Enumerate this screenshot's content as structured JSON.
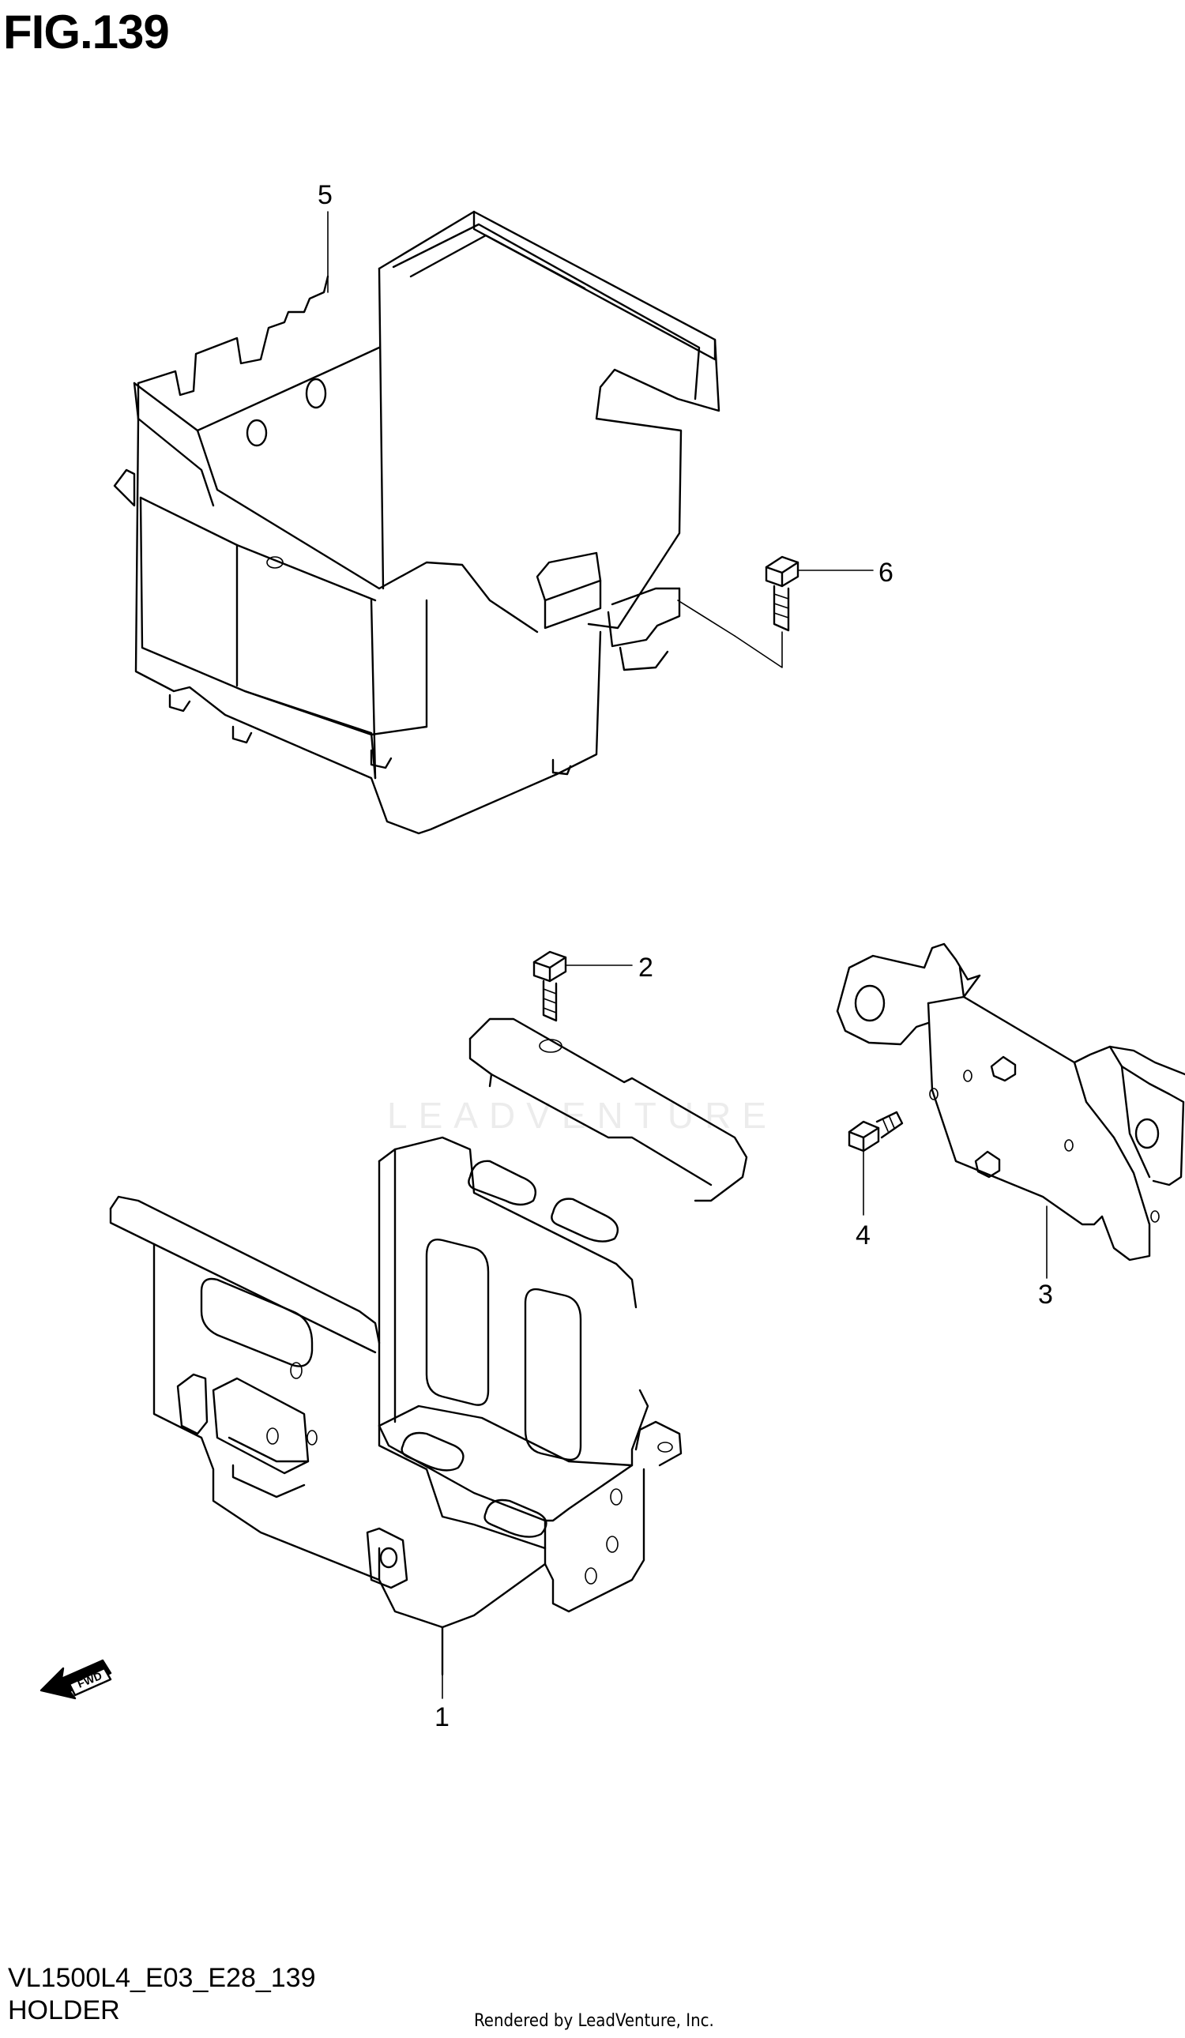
{
  "figure": {
    "title": "FIG.139",
    "model_code": "VL1500L4_E03_E28_139",
    "name": "HOLDER",
    "watermark": "LEADVENTURE",
    "rendered_by": "Rendered by LeadVenture, Inc.",
    "fwd_label": "FWD"
  },
  "callouts": [
    {
      "id": "1",
      "label": "1"
    },
    {
      "id": "2",
      "label": "2"
    },
    {
      "id": "3",
      "label": "3"
    },
    {
      "id": "4",
      "label": "4"
    },
    {
      "id": "5",
      "label": "5"
    },
    {
      "id": "6",
      "label": "6"
    }
  ]
}
